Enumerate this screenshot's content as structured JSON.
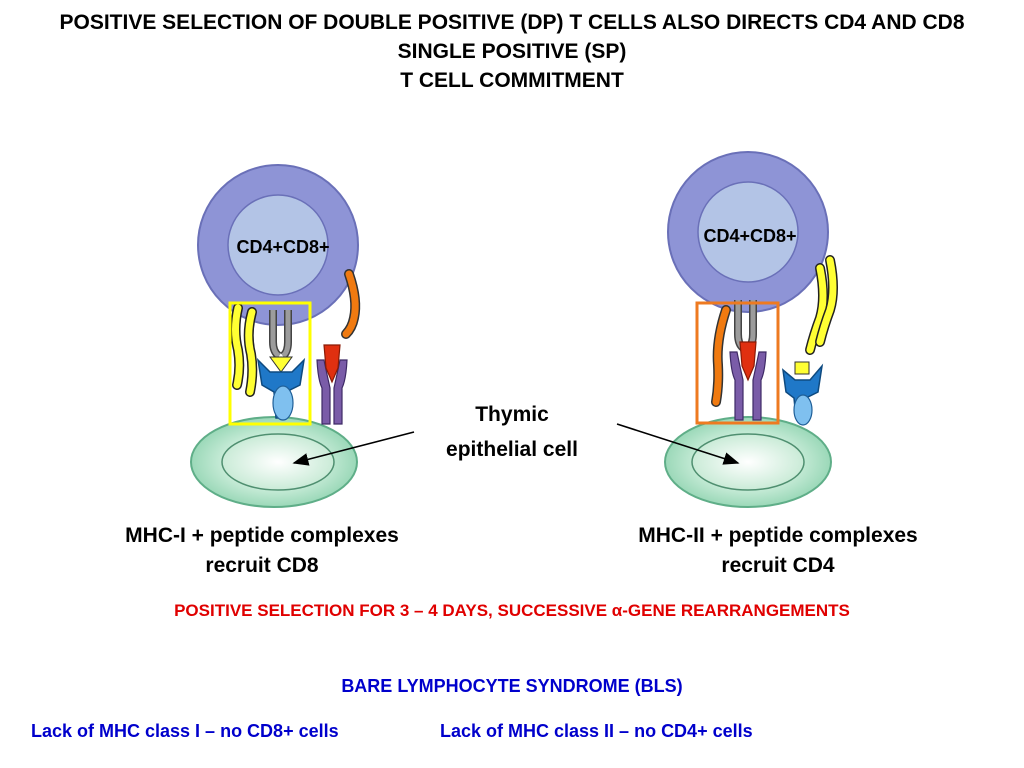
{
  "title": {
    "line1": "POSITIVE SELECTION OF DOUBLE POSITIVE (DP) T CELLS ALSO DIRECTS CD4 AND CD8",
    "line2": "SINGLE POSITIVE (SP)",
    "line3": "T CELL COMMITMENT"
  },
  "left_cell": {
    "label": "CD4+CD8+"
  },
  "right_cell": {
    "label": "CD4+CD8+"
  },
  "thymic": {
    "line1": "Thymic",
    "line2": "epithelial cell"
  },
  "captions": {
    "left_line1": "MHC-I + peptide complexes",
    "left_line2": "recruit CD8",
    "right_line1": "MHC-II + peptide complexes",
    "right_line2": "recruit CD4"
  },
  "positive_selection": "POSITIVE SELECTION FOR 3 – 4 DAYS, SUCCESSIVE α-GENE REARRANGEMENTS",
  "bls": {
    "heading": "BARE LYMPHOCYTE SYNDROME (BLS)",
    "class1": "Lack of MHC class I – no CD8+ cells",
    "class2": "Lack of MHC class II – no CD4+ cells"
  },
  "colors": {
    "t_cell_outer": "#8e94d6",
    "t_cell_inner": "#b3c4e6",
    "epithelial_outer": "#8fd3b0",
    "epithelial_inner": "#c8ecd8",
    "cd8_yellow": "#ffff33",
    "cd4_orange": "#f07a10",
    "tcr_gray": "#9c9c9c",
    "mhc1_blue": "#1f78c8",
    "mhc2_purple": "#7a5ca8",
    "peptide_red": "#e03010",
    "highlight_yellow": "#ffff00",
    "highlight_orange": "#ee7a20",
    "text_red": "#e00000",
    "text_blue": "#0000cc"
  }
}
